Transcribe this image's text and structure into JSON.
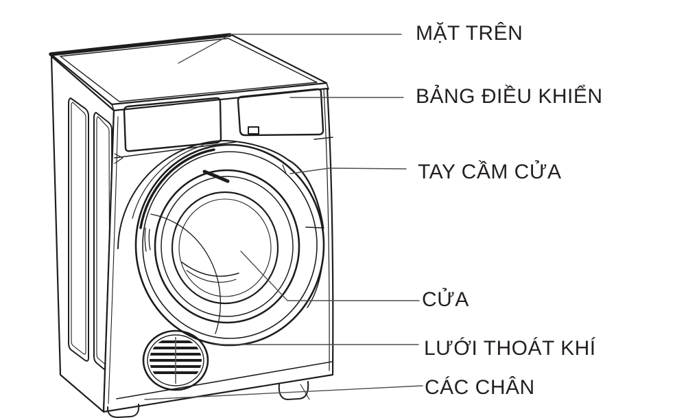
{
  "figure": {
    "subject": "clothes-dryer-parts-diagram"
  },
  "labels": [
    {
      "id": "mat-tren",
      "text": "MẶT TRÊN"
    },
    {
      "id": "bang-dieu-khien",
      "text": "BẢNG ĐIỀU KHIỂN"
    },
    {
      "id": "tay-cam-cua",
      "text": "TAY CẦM CỬA"
    },
    {
      "id": "cua",
      "text": "CỬA"
    },
    {
      "id": "luoi-thoat-khi",
      "text": "LƯỚI THOÁT KHÍ"
    },
    {
      "id": "cac-chan",
      "text": "CÁC CHÂN"
    }
  ],
  "colors": {
    "line": "#1d1d1d",
    "leader": "#4d4d4d",
    "text": "#231f20",
    "background": "#ffffff"
  }
}
